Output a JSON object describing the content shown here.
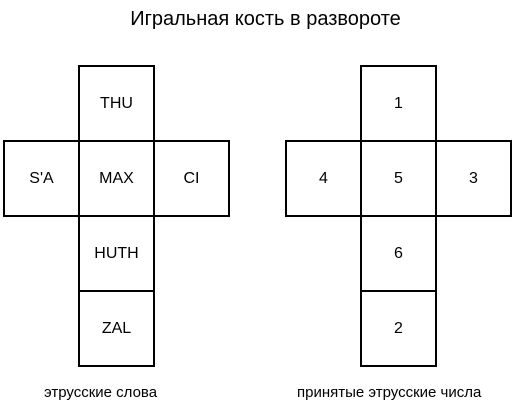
{
  "title": "Игральная кость в развороте",
  "left_net": {
    "top": "THU",
    "left": "S'A",
    "center": "MAX",
    "right": "CI",
    "below": "HUTH",
    "bottom": "ZAL",
    "caption": "этрусские слова"
  },
  "right_net": {
    "top": "1",
    "left": "4",
    "center": "5",
    "right": "3",
    "below": "6",
    "bottom": "2",
    "caption": "принятые этрусские числа"
  }
}
